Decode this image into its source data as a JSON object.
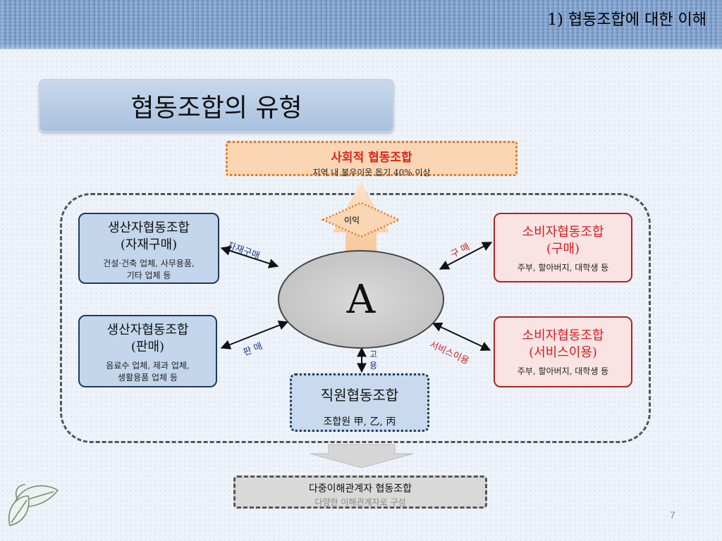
{
  "header": {
    "title": "1) 협동조합에 대한 이해"
  },
  "slide_title": "협동조합의 유형",
  "social": {
    "title": "사회적 협동조합",
    "subtitle": "지역 내 불우이웃 돕기 40% 이상"
  },
  "profit_label": "이익",
  "center_label": "A",
  "producer_purchase": {
    "title1": "생산자협동조합",
    "title2": "(자재구매)",
    "desc1": "건설·건축 업체, 사무용품,",
    "desc2": "기타 업체 등"
  },
  "producer_sales": {
    "title1": "생산자협동조합",
    "title2": "(판매)",
    "desc1": "음료수 업체, 제과 업체,",
    "desc2": "생활용품 업체 등"
  },
  "consumer_purchase": {
    "title1": "소비자협동조합",
    "title2": "(구매)",
    "desc": "주부, 할아버지, 대학생 등"
  },
  "consumer_service": {
    "title1": "소비자협동조합",
    "title2": "(서비스이용)",
    "desc": "주부, 할아버지, 대학생 등"
  },
  "employee": {
    "title": "직원협동조합",
    "desc": "조합원 甲, 乙, 丙"
  },
  "arrows": {
    "material_purchase": "자재구매",
    "sales": "판 매",
    "purchase": "구 매",
    "service_use": "서비스이용",
    "employment_1": "고",
    "employment_2": "용"
  },
  "multi": {
    "title": "다중이해관계자 협동조합",
    "subtitle": "다양한 이해관계자로 구성"
  },
  "page_number": "7",
  "colors": {
    "red_text": "#d21f1f",
    "blue_text": "#1f3a8a",
    "blue_box": "#c3d6ec",
    "red_box": "#f9e3e3",
    "orange_box": "#fbd6b5"
  }
}
